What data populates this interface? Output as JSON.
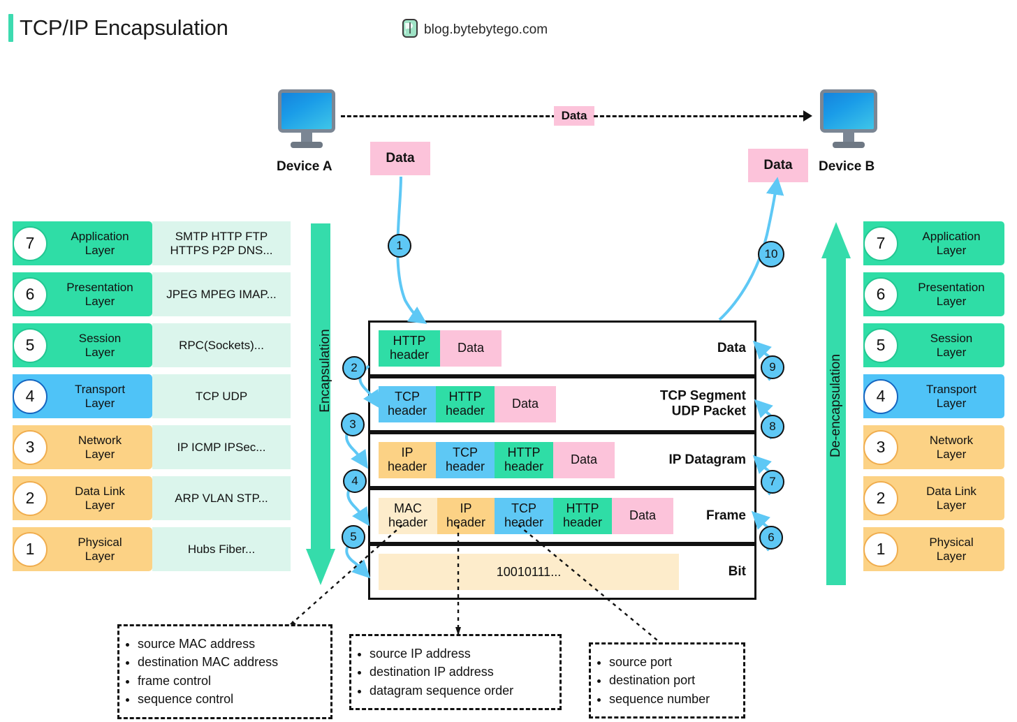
{
  "header": {
    "title": "TCP/IP Encapsulation",
    "brand": "blog.bytebytego.com",
    "logo_icon": "bytebytego-logo-icon",
    "accent_color": "#3ddbb0"
  },
  "devices": {
    "left": {
      "label": "Device A",
      "icon": "monitor-icon"
    },
    "right": {
      "label": "Device B",
      "icon": "monitor-icon"
    },
    "link_label": "Data"
  },
  "data_chips": {
    "left": "Data",
    "right": "Data"
  },
  "arrows": {
    "encapsulation": {
      "label": "Encapsulation",
      "direction": "down",
      "color": "#35dcab"
    },
    "deencapsulation": {
      "label": "De-encapsulation",
      "direction": "up",
      "color": "#35dcab"
    }
  },
  "osi_left": {
    "layers": [
      {
        "num": "7",
        "name": "Application\nLayer",
        "line1": "Application",
        "line2": "Layer",
        "color": "#2fdda6",
        "ring": "#23c792",
        "protocols": "SMTP HTTP FTP\nHTTPS P2P DNS...",
        "p1": "SMTP HTTP FTP",
        "p2": "HTTPS P2P DNS..."
      },
      {
        "num": "6",
        "name": "Presentation Layer",
        "line1": "Presentation",
        "line2": "Layer",
        "color": "#2fdda6",
        "ring": "#23c792",
        "protocols": "JPEG MPEG IMAP...",
        "p1": "JPEG MPEG IMAP...",
        "p2": ""
      },
      {
        "num": "5",
        "name": "Session Layer",
        "line1": "Session",
        "line2": "Layer",
        "color": "#2fdda6",
        "ring": "#23c792",
        "protocols": "RPC(Sockets)...",
        "p1": "RPC(Sockets)...",
        "p2": ""
      },
      {
        "num": "4",
        "name": "Transport Layer",
        "line1": "Transport",
        "line2": "Layer",
        "color": "#4fc3f7",
        "ring": "#1565c0",
        "protocols": "TCP UDP",
        "p1": "TCP UDP",
        "p2": ""
      },
      {
        "num": "3",
        "name": "Network Layer",
        "line1": "Network",
        "line2": "Layer",
        "color": "#fcd285",
        "ring": "#f0ad4e",
        "protocols": "IP ICMP IPSec...",
        "p1": "IP ICMP IPSec...",
        "p2": ""
      },
      {
        "num": "2",
        "name": "Data Link Layer",
        "line1": "Data Link",
        "line2": "Layer",
        "color": "#fcd285",
        "ring": "#f0ad4e",
        "protocols": "ARP VLAN STP...",
        "p1": "ARP VLAN STP...",
        "p2": ""
      },
      {
        "num": "1",
        "name": "Physical Layer",
        "line1": "Physical",
        "line2": "Layer",
        "color": "#fcd285",
        "ring": "#f0ad4e",
        "protocols": "Hubs Fiber...",
        "p1": "Hubs Fiber...",
        "p2": ""
      }
    ]
  },
  "osi_right": {
    "layers": [
      {
        "num": "7",
        "line1": "Application",
        "line2": "Layer",
        "color": "#2fdda6",
        "ring": "#23c792"
      },
      {
        "num": "6",
        "line1": "Presentation",
        "line2": "Layer",
        "color": "#2fdda6",
        "ring": "#23c792"
      },
      {
        "num": "5",
        "line1": "Session",
        "line2": "Layer",
        "color": "#2fdda6",
        "ring": "#23c792"
      },
      {
        "num": "4",
        "line1": "Transport",
        "line2": "Layer",
        "color": "#4fc3f7",
        "ring": "#1565c0"
      },
      {
        "num": "3",
        "line1": "Network",
        "line2": "Layer",
        "color": "#fcd285",
        "ring": "#f0ad4e"
      },
      {
        "num": "2",
        "line1": "Data Link",
        "line2": "Layer",
        "color": "#fcd285",
        "ring": "#f0ad4e"
      },
      {
        "num": "1",
        "line1": "Physical",
        "line2": "Layer",
        "color": "#fcd285",
        "ring": "#f0ad4e"
      }
    ]
  },
  "packets": {
    "rows": [
      {
        "name": "Data",
        "segments": [
          {
            "l1": "HTTP",
            "l2": "header",
            "color": "#2fdda6",
            "w": 88
          },
          {
            "l1": "Data",
            "l2": "",
            "color": "#fcc3da",
            "w": 88
          }
        ]
      },
      {
        "name": "TCP Segment\nUDP Packet",
        "name_l1": "TCP Segment",
        "name_l2": "UDP Packet",
        "segments": [
          {
            "l1": "TCP",
            "l2": "header",
            "color": "#5ec8f5",
            "w": 82
          },
          {
            "l1": "HTTP",
            "l2": "header",
            "color": "#2fdda6",
            "w": 84
          },
          {
            "l1": "Data",
            "l2": "",
            "color": "#fcc3da",
            "w": 88
          }
        ]
      },
      {
        "name": "IP Datagram",
        "segments": [
          {
            "l1": "IP",
            "l2": "header",
            "color": "#fcd285",
            "w": 82
          },
          {
            "l1": "TCP",
            "l2": "header",
            "color": "#5ec8f5",
            "w": 84
          },
          {
            "l1": "HTTP",
            "l2": "header",
            "color": "#2fdda6",
            "w": 84
          },
          {
            "l1": "Data",
            "l2": "",
            "color": "#fcc3da",
            "w": 88
          }
        ]
      },
      {
        "name": "Frame",
        "segments": [
          {
            "l1": "MAC",
            "l2": "header",
            "color": "#fdeccb",
            "w": 84
          },
          {
            "l1": "IP",
            "l2": "header",
            "color": "#fcd285",
            "w": 82
          },
          {
            "l1": "TCP",
            "l2": "header",
            "color": "#5ec8f5",
            "w": 84
          },
          {
            "l1": "HTTP",
            "l2": "header",
            "color": "#2fdda6",
            "w": 84
          },
          {
            "l1": "Data",
            "l2": "",
            "color": "#fcc3da",
            "w": 88
          }
        ]
      },
      {
        "name": "Bit",
        "bit_value": "10010111...",
        "segments": []
      }
    ]
  },
  "steps": {
    "left": [
      "1",
      "2",
      "3",
      "4",
      "5"
    ],
    "right": [
      "6",
      "7",
      "8",
      "9",
      "10"
    ]
  },
  "notes": [
    {
      "id": "mac-note",
      "items": [
        "source MAC address",
        "destination MAC address",
        "frame control",
        "sequence control"
      ]
    },
    {
      "id": "ip-note",
      "items": [
        "source IP address",
        "destination IP address",
        "datagram sequence order"
      ]
    },
    {
      "id": "tcp-note",
      "items": [
        "source port",
        "destination port",
        "sequence number"
      ]
    }
  ]
}
